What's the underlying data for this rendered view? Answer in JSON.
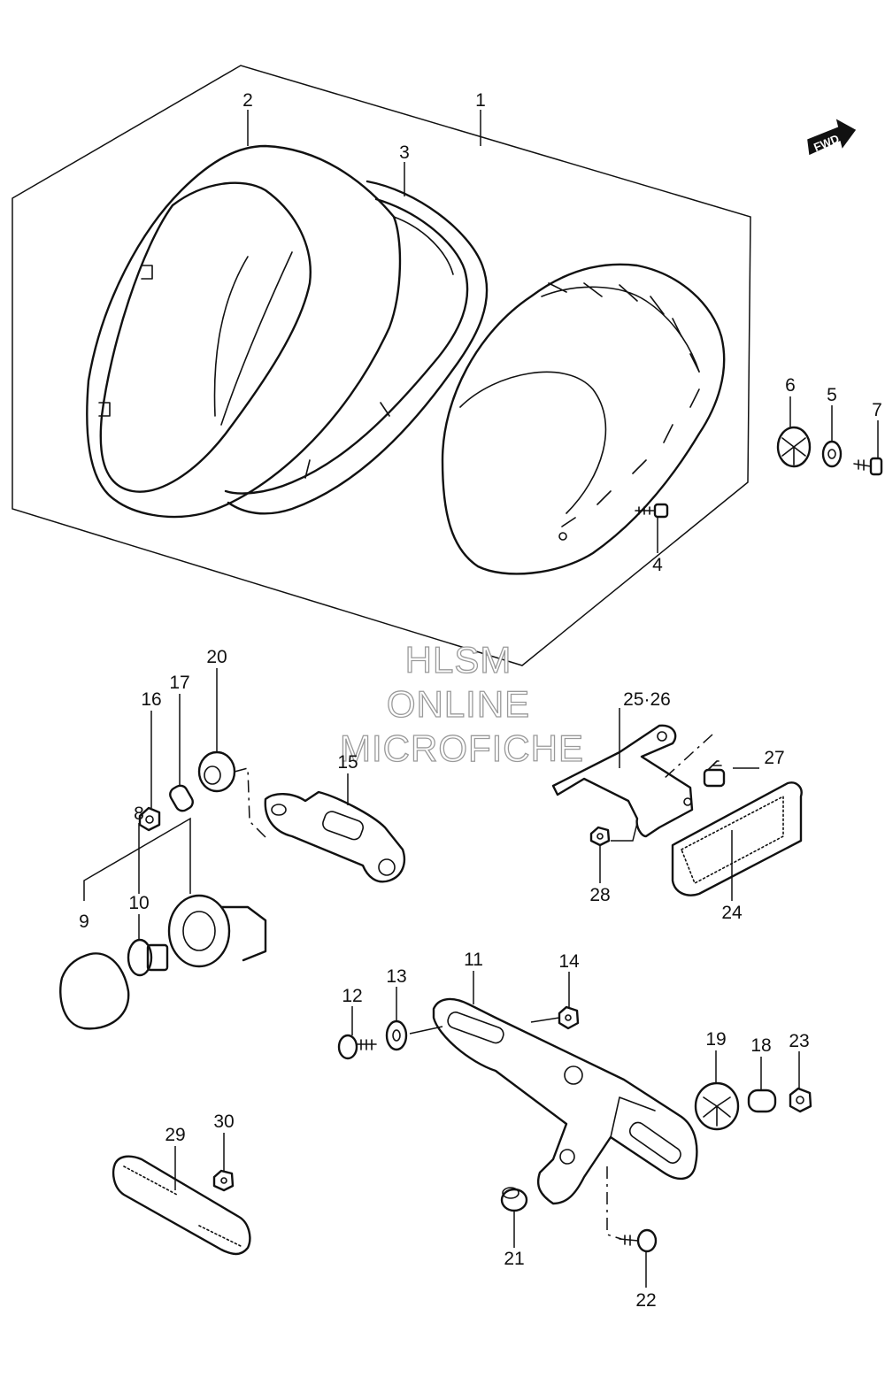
{
  "diagram": {
    "callouts": [
      "1",
      "2",
      "3",
      "4",
      "5",
      "6",
      "7",
      "8",
      "9",
      "10",
      "11",
      "12",
      "13",
      "14",
      "15",
      "16",
      "17",
      "18",
      "19",
      "20",
      "21",
      "22",
      "23",
      "24",
      "25·26",
      "27",
      "28",
      "29",
      "30"
    ],
    "fwd_label": "FWD",
    "watermark": [
      "HLSM",
      "ONLINE",
      "MICROFICHE"
    ]
  }
}
